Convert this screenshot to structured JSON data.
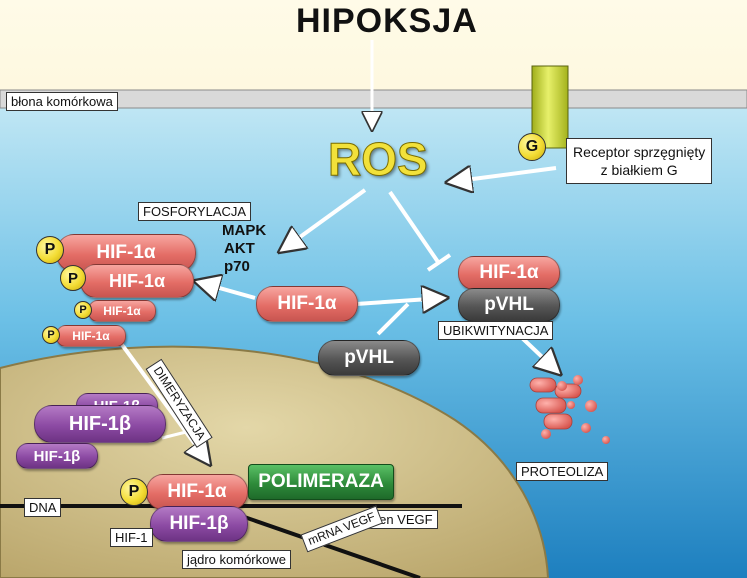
{
  "title": "HIPOKSJA",
  "ros": "ROS",
  "membrane_label": "błona komórkowa",
  "g_protein_badge": "G",
  "receptor_label_line1": "Receptor sprzęgnięty",
  "receptor_label_line2": "z białkiem G",
  "phosphorylation_label": "FOSFORYLACJA",
  "kinases": [
    "MAPK",
    "AKT",
    "p70"
  ],
  "phospho_badge": "P",
  "hif1a": "HIF-1α",
  "hif1b": "HIF-1β",
  "pvhl": "pVHL",
  "ubiquitination_label": "UBIKWITYNACJA",
  "proteolysis_label": "PROTEOLIZA",
  "dimerization_label": "DIMERYZACJA",
  "polymerase": "POLIMERAZA",
  "dna_label": "DNA",
  "gene_label": "Gen VEGF",
  "hif1_label": "HIF-1",
  "mrna_label": "mRNA VEGF",
  "nucleus_label": "jądro komórkowe",
  "colors": {
    "hif1a_pink": "#e46d66",
    "hif1b_purple": "#8c4aa3",
    "pvhl_gray": "#555555",
    "polymerase_green": "#2e8b3a",
    "ros_yellow": "#f2e13a",
    "phospho_yellow": "#f3dc33",
    "nucleus_tan": "#c8b886",
    "cytoplasm_blue": "#2a8fc6"
  }
}
